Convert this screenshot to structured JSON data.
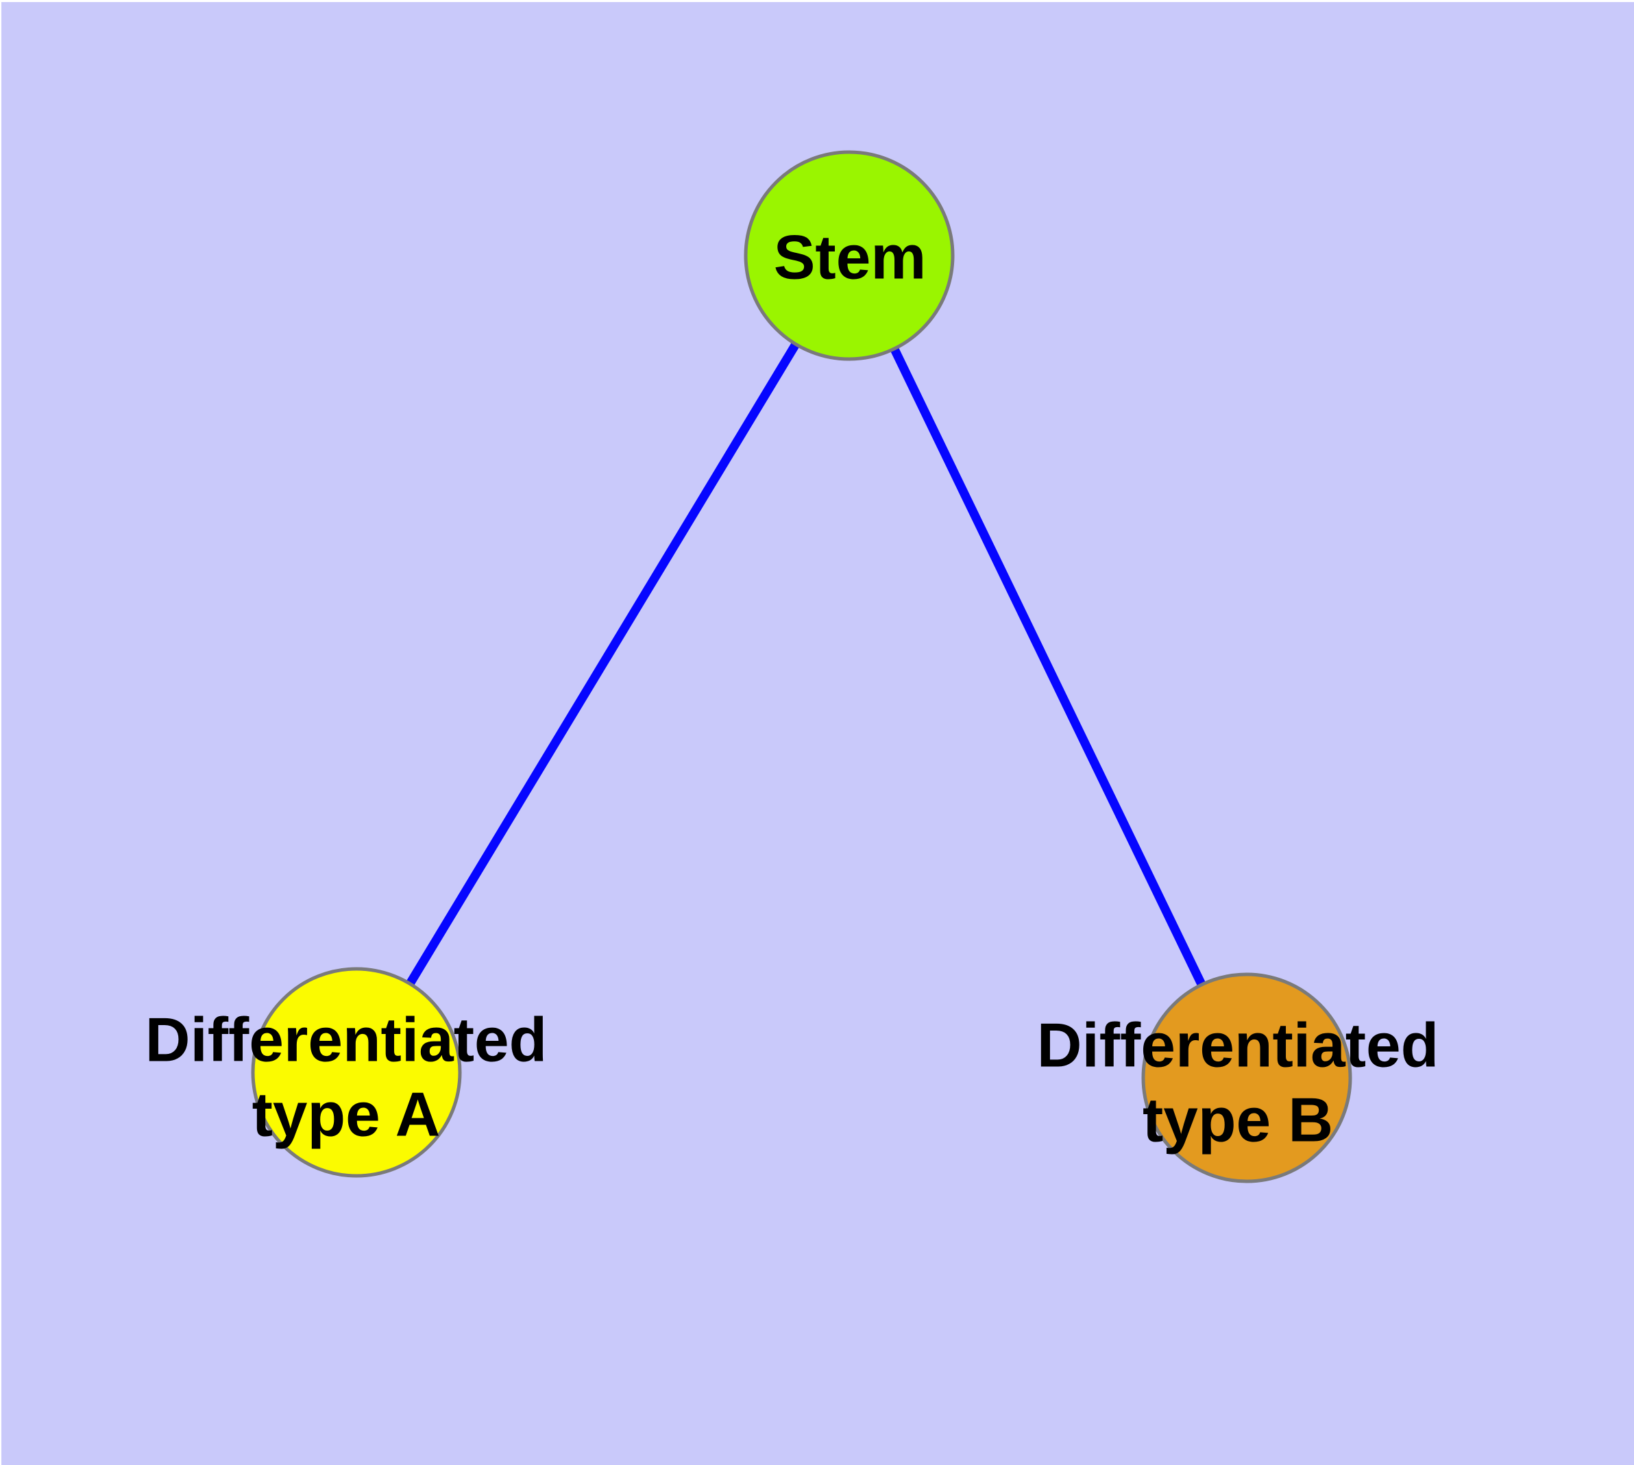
{
  "diagram": {
    "type": "node-link-graph",
    "background_color": "#C9C9FA",
    "frame_color": "#FFFFFF",
    "edge_color": "#0606FF",
    "node_border_color": "#7A7A7A",
    "label_color": "#000000",
    "nodes": [
      {
        "id": "stem",
        "label": "Stem",
        "lines": [
          "Stem"
        ],
        "fill": "#9AF500"
      },
      {
        "id": "differentiated-type-a",
        "label": "Differentiated type A",
        "lines": [
          "Differentiated",
          "type A"
        ],
        "fill": "#FBFB00"
      },
      {
        "id": "differentiated-type-b",
        "label": "Differentiated type B",
        "lines": [
          "Differentiated",
          "type B"
        ],
        "fill": "#E39A1F"
      }
    ],
    "edges": [
      {
        "from": "stem",
        "to": "differentiated-type-a"
      },
      {
        "from": "stem",
        "to": "differentiated-type-b"
      }
    ]
  }
}
